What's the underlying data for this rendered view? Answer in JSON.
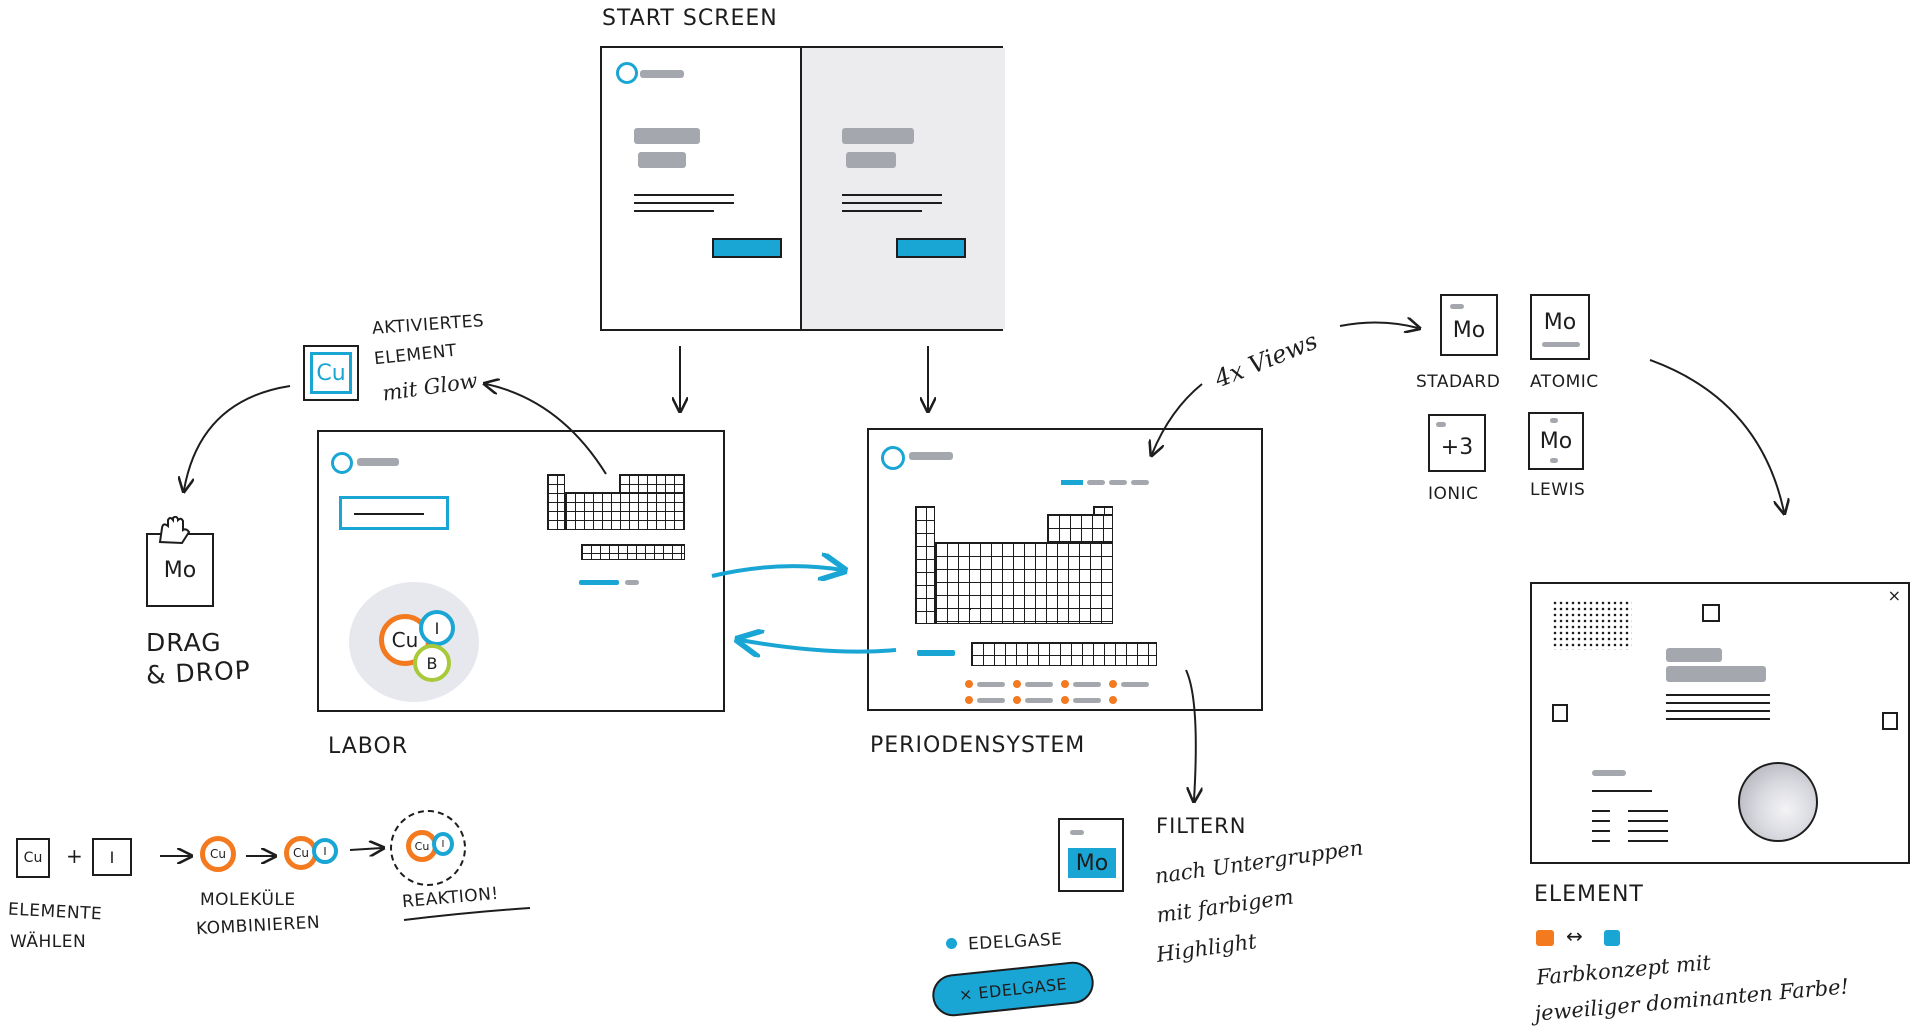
{
  "screens": {
    "start": {
      "label": "START SCREEN"
    },
    "labor": {
      "label": "LABOR"
    },
    "perioden": {
      "label": "PERIODENSYSTEM"
    },
    "element": {
      "label": "ELEMENT"
    }
  },
  "activated": {
    "symbol": "Cu",
    "note_lines": [
      "AKTIVIERTES",
      "ELEMENT",
      "mit Glow"
    ]
  },
  "drag": {
    "symbol": "Mo",
    "lines": [
      "DRAG",
      "& DROP"
    ]
  },
  "views": {
    "note": "4x Views",
    "items": [
      {
        "symbol": "Mo",
        "label": "STADARD"
      },
      {
        "symbol": "Mo",
        "label": "ATOMIC"
      },
      {
        "symbol": "+3",
        "label": "IONIC"
      },
      {
        "symbol": "Mo",
        "label": "LEWIS"
      }
    ]
  },
  "labor_bubbles": {
    "a": "Cu",
    "b": "I",
    "c": "B"
  },
  "combine": {
    "tile1": "Cu",
    "plus": "+",
    "tile2": "I",
    "mol1": "Cu",
    "mol2a": "Cu",
    "mol2b": "I",
    "mol3a": "Cu",
    "mol3b": "I",
    "step1": [
      "ELEMENTE",
      "WÄHLEN"
    ],
    "step2": [
      "MOLEKÜLE",
      "KOMBINIEREN"
    ],
    "step3": "REAKTION!"
  },
  "filter": {
    "symbol": "Mo",
    "lines": [
      "FILTERN",
      "nach Untergruppen",
      "mit farbigem",
      "Highlight"
    ],
    "chip_plain": "EDELGASE",
    "chip_active": "× EDELGASE"
  },
  "color_concept": {
    "lines": [
      "Farbkonzept mit",
      "jeweiliger dominanten Farbe!"
    ],
    "arrow": "↔"
  },
  "colors": {
    "accent": "#1aa6d4",
    "orange": "#f47a20",
    "green": "#a8c93a",
    "gray": "#a5a7ae"
  }
}
